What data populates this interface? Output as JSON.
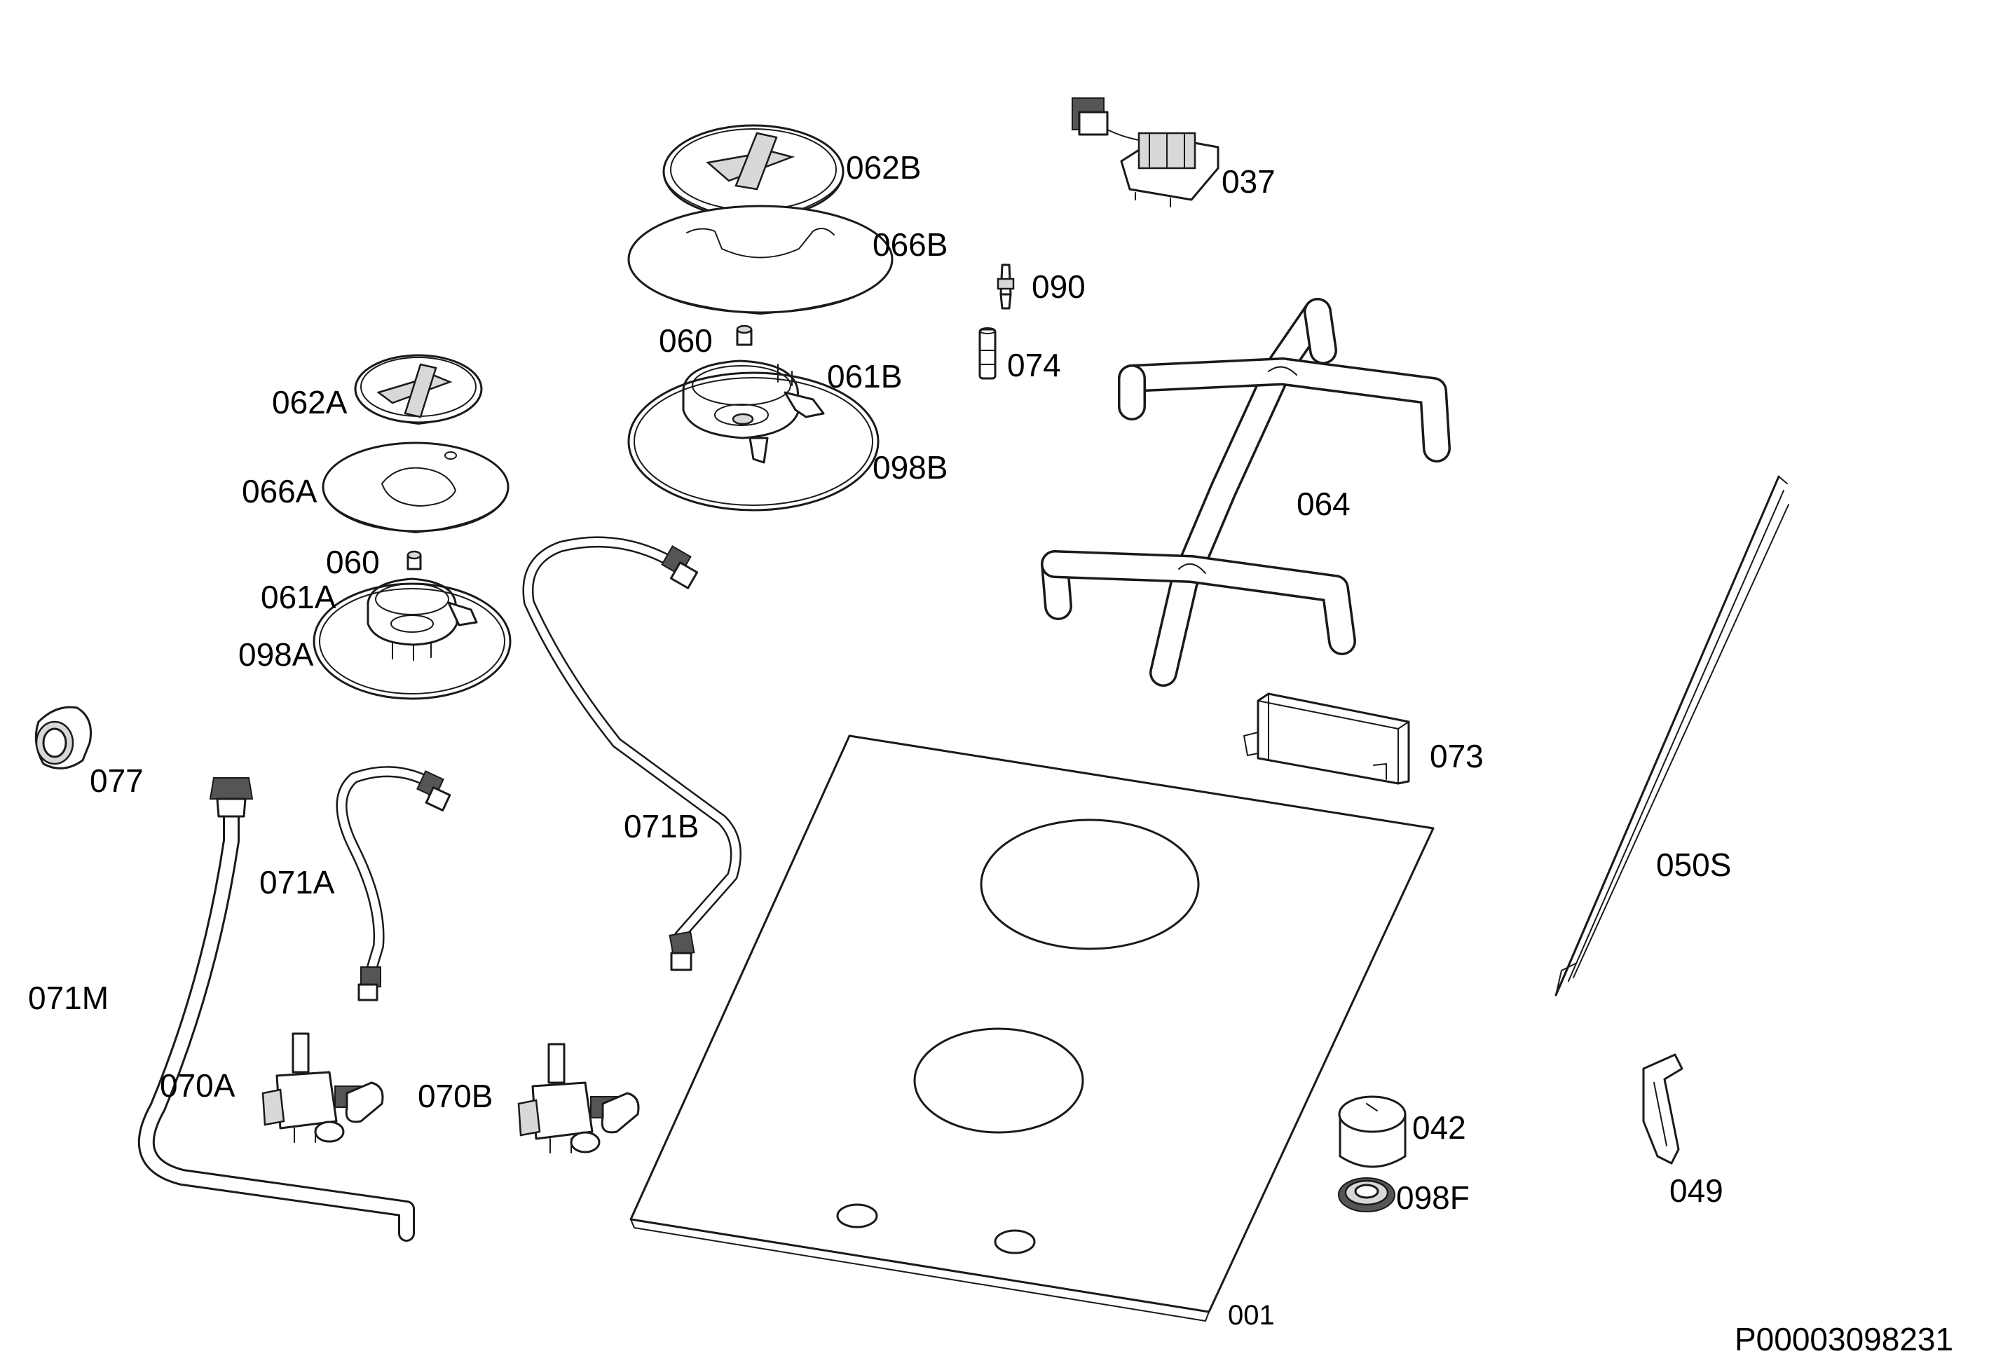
{
  "labels": {
    "p062B": "062B",
    "p066B": "066B",
    "p037": "037",
    "p090": "090",
    "p074": "074",
    "p060a": "060",
    "p061B": "061B",
    "p098B": "098B",
    "p062A": "062A",
    "p066A": "066A",
    "p060b": "060",
    "p061A": "061A",
    "p098A": "098A",
    "p064": "064",
    "p077": "077",
    "p073": "073",
    "p071B": "071B",
    "p071A": "071A",
    "p050S": "050S",
    "p071M": "071M",
    "p070A": "070A",
    "p070B": "070B",
    "p042": "042",
    "p098F": "098F",
    "p049": "049",
    "p001": "001"
  },
  "document_id": "P00003098231"
}
